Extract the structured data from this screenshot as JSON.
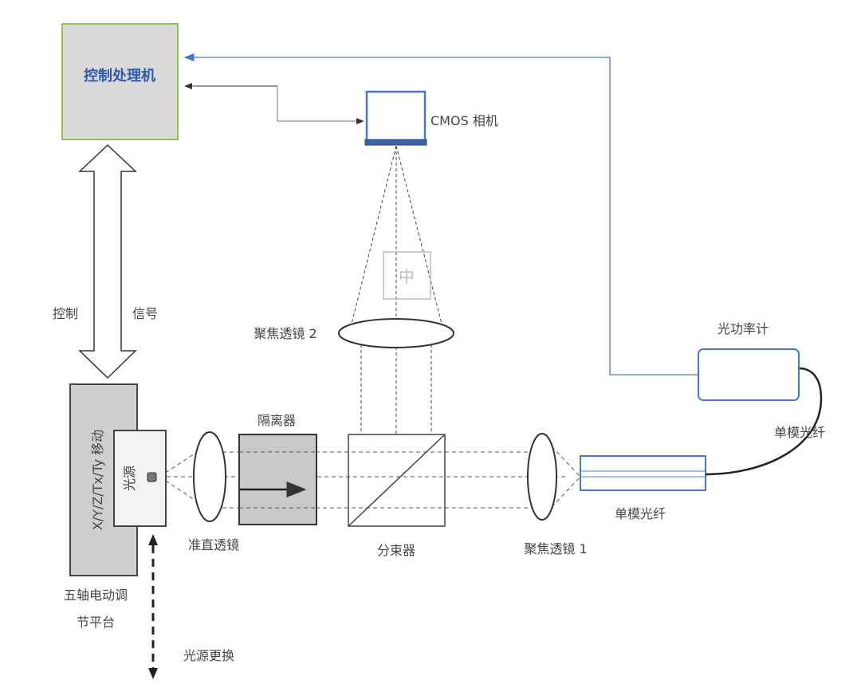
{
  "labels": {
    "controller": "控制处理机",
    "camera": "CMOS 相机",
    "control": "控制",
    "signal": "信号",
    "focus_lens_2": "聚焦透镜 2",
    "power_meter": "光功率计",
    "fiber_right": "单模光纤",
    "isolator": "隔离器",
    "light_source": "光源",
    "stage_axes": "X/Y/Z/Tx/Ty 移动",
    "collimating_lens": "准直透镜",
    "beam_splitter": "分束器",
    "focus_lens_1": "聚焦透镜 1",
    "fiber_bottom": "单模光纤",
    "stage_line1": "五轴电动调",
    "stage_line2": "节平台",
    "source_swap": "光源更换",
    "target": "中"
  },
  "colors": {
    "blue": "#4a78c8",
    "green": "#8dc44e",
    "gray": "#d4d4d4"
  }
}
